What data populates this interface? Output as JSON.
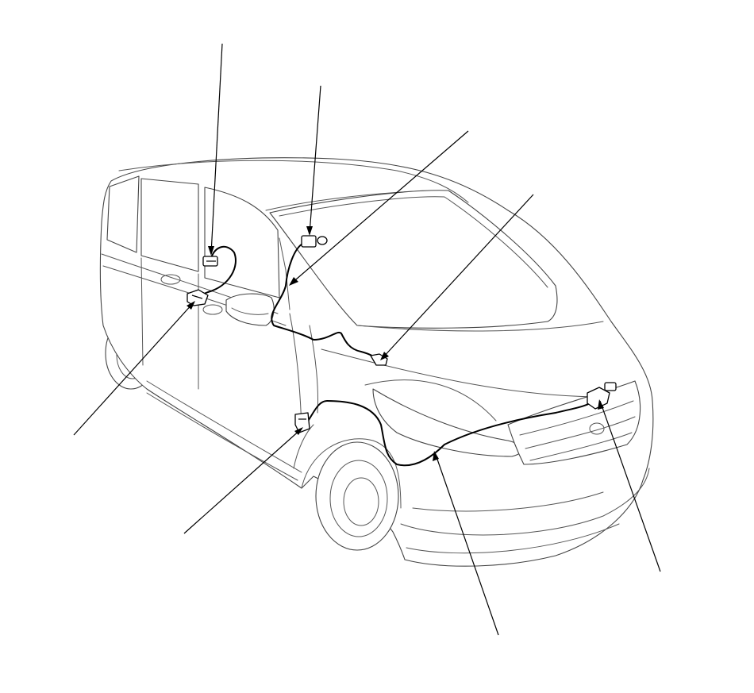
{
  "diagram": {
    "subject": "minivan-harness-and-component-locations",
    "leader_lines": [
      {
        "id": "leader-top-left"
      },
      {
        "id": "leader-top-center"
      },
      {
        "id": "leader-upper-right-1"
      },
      {
        "id": "leader-upper-right-2"
      },
      {
        "id": "leader-left"
      },
      {
        "id": "leader-lower-left"
      },
      {
        "id": "leader-bottom-center"
      },
      {
        "id": "leader-bottom-right"
      }
    ],
    "colors": {
      "line": "#000000",
      "outline": "#444444",
      "background": "#ffffff"
    }
  }
}
